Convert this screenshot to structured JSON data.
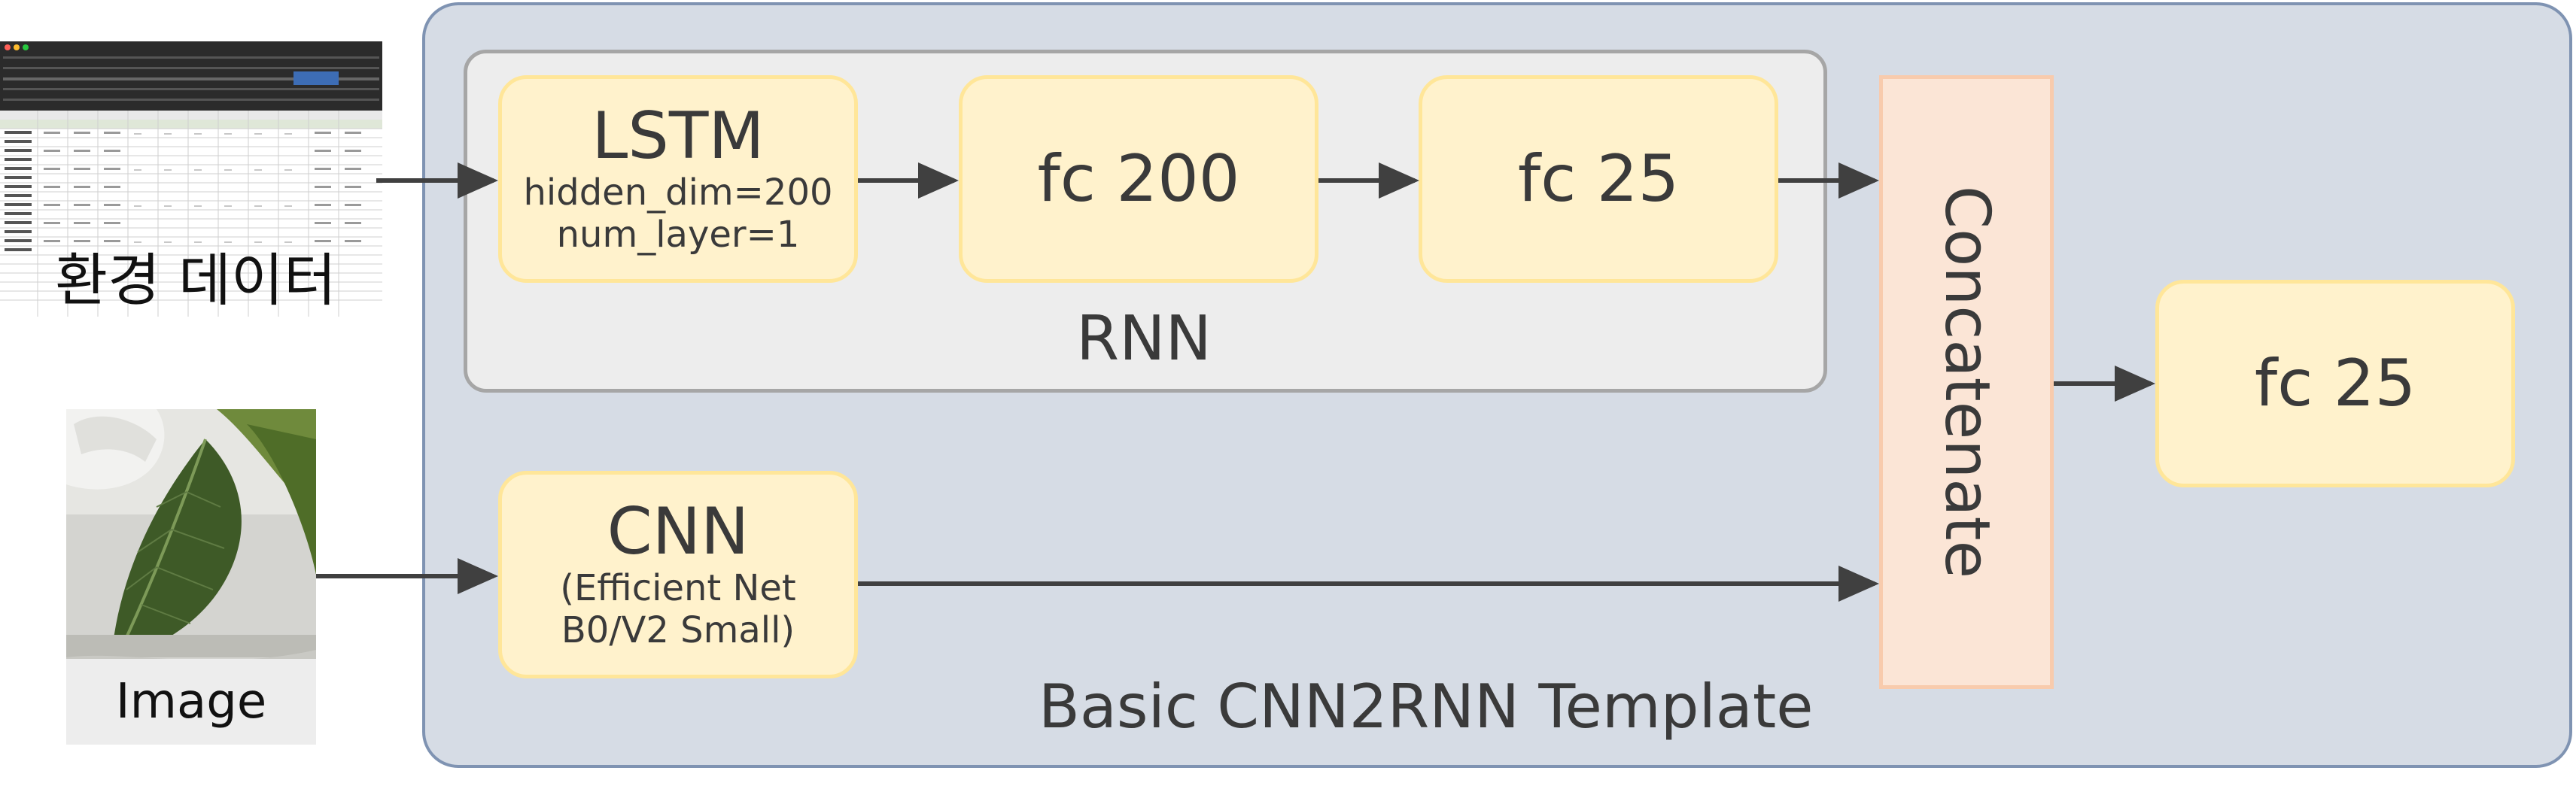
{
  "inputs": {
    "env_data_label": "환경 데이터",
    "image_label": "Image"
  },
  "template": {
    "title": "Basic CNN2RNN Template"
  },
  "rnn": {
    "label": "RNN",
    "lstm": {
      "title": "LSTM",
      "param1": "hidden_dim=200",
      "param2": "num_layer=1"
    },
    "fc200": {
      "title": "fc 200"
    },
    "fc25": {
      "title": "fc 25"
    }
  },
  "cnn": {
    "title": "CNN",
    "line1": "(Efficient Net",
    "line2": "B0/V2 Small)"
  },
  "concat": {
    "label": "Concatenate"
  },
  "output": {
    "title": "fc 25"
  },
  "colors": {
    "panel": "#d6dce5",
    "panel_border": "#7f93b2",
    "rnn_group": "#ededed",
    "block_fill": "#fff2cc",
    "block_border": "#ffe699",
    "concat_fill": "#fbe5d6",
    "concat_border": "#f8cbad",
    "arrow": "#404040"
  }
}
